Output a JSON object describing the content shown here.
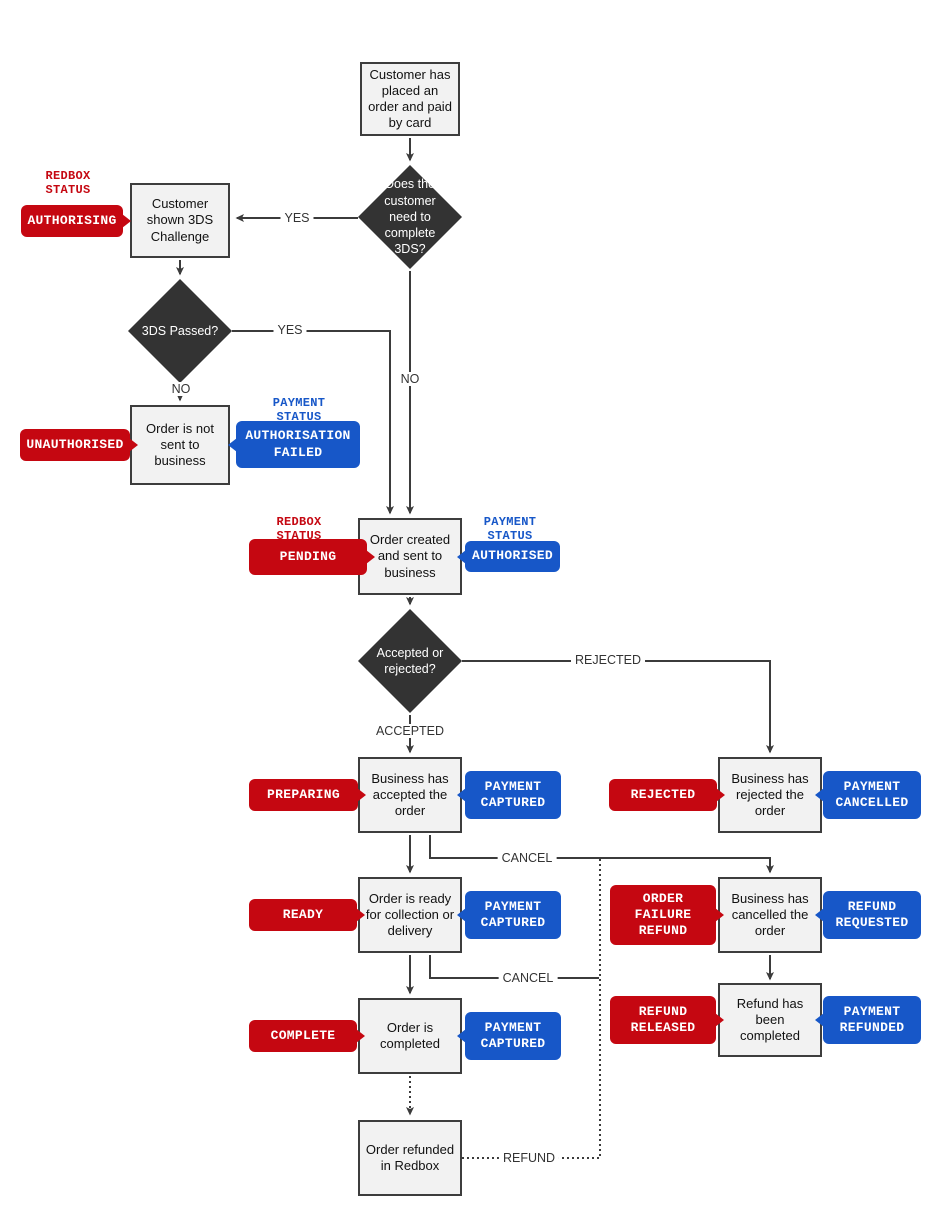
{
  "colors": {
    "red": "#c50711",
    "blue": "#1757c8",
    "box_fill": "#f2f2f2",
    "box_border": "#3d3d3d",
    "diamond_fill": "#333333",
    "wire": "#3b3b3b",
    "label_text": "#333333"
  },
  "nodes": {
    "customer_order": "Customer has placed an order and paid by card",
    "shown_3ds": "Customer shown 3DS Challenge",
    "not_sent": "Order is not sent to business",
    "order_created": "Order created and sent to business",
    "accepted_order": "Business has accepted the order",
    "rejected_order": "Business has rejected the order",
    "ready_order": "Order is ready for collection or delivery",
    "cancelled_order": "Business has cancelled the order",
    "completed_order": "Order is completed",
    "refund_completed": "Refund has been completed",
    "refunded_redbox": "Order refunded in Redbox"
  },
  "decisions": {
    "need_3ds": "Does the customer need to complete 3DS?",
    "passed_3ds": "3DS Passed?",
    "accept_reject": "Accepted or rejected?"
  },
  "headers": {
    "redbox_status": "REDBOX STATUS",
    "payment_status": "PAYMENT STATUS"
  },
  "badges": {
    "authorising": "AUTHORISING",
    "unauthorised": "UNAUTHORISED",
    "pending": "PENDING",
    "preparing": "PREPARING",
    "rejected": "REJECTED",
    "ready": "READY",
    "order_failure_refund": "ORDER FAILURE REFUND",
    "complete": "COMPLETE",
    "refund_released": "REFUND RELEASED",
    "authorisation_failed": "AUTHORISATION FAILED",
    "authorised": "AUTHORISED",
    "payment_captured": "PAYMENT CAPTURED",
    "payment_cancelled": "PAYMENT CANCELLED",
    "refund_requested": "REFUND REQUESTED",
    "payment_refunded": "PAYMENT REFUNDED"
  },
  "edges": {
    "yes": "YES",
    "no": "NO",
    "accepted": "ACCEPTED",
    "rejected": "REJECTED",
    "cancel": "CANCEL",
    "refund": "REFUND"
  }
}
